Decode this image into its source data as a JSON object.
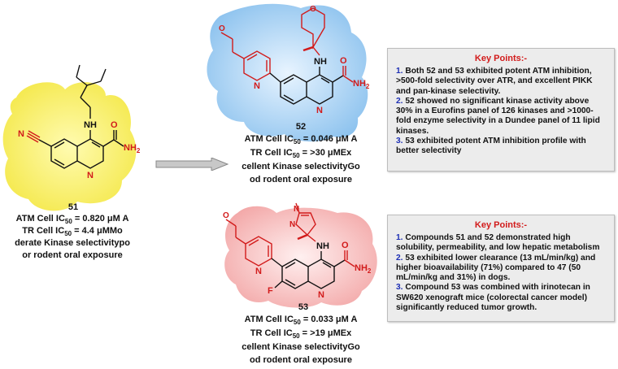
{
  "compound51": {
    "number": "51",
    "labels": {
      "cn": "N",
      "nh": "NH",
      "o": "O",
      "nh2": "NH2",
      "ring_n": "N"
    },
    "line1": "ATM Cell IC50 = 0.820 μM A",
    "line2": "TR Cell IC50 = 4.4 μMMo",
    "line3": "derate Kinase selectivitypo",
    "line4": "or rodent oral exposure"
  },
  "compound52": {
    "number": "52",
    "labels": {
      "meo": "O",
      "pyr_n": "N",
      "pyran_o": "O",
      "nh": "NH",
      "o": "O",
      "nh2": "NH2",
      "ring_n": "N"
    },
    "line1": "ATM Cell IC50 = 0.046 μM A",
    "line2": "TR Cell IC50 = >30 μMEx",
    "line3": "cellent Kinase selectivityGo",
    "line4": "od rodent oral exposure"
  },
  "compound53": {
    "number": "53",
    "labels": {
      "meo": "O",
      "pyr_n": "N",
      "pz_n1": "N",
      "pz_n2": "N",
      "nh": "NH",
      "o": "O",
      "nh2": "NH2",
      "f": "F",
      "ring_n": "N"
    },
    "line1": "ATM Cell IC50 = 0.033 μM A",
    "line2": "TR Cell IC50 = >19 μMEx",
    "line3": "cellent Kinase selectivityGo",
    "line4": "od rodent oral exposure"
  },
  "keypoints1": {
    "title": "Key Points:-",
    "items": [
      {
        "num": "1.",
        "text": "Both 52 and 53 exhibited potent ATM inhibition, >500-fold selectivity over ATR, and excellent PIKK and pan-kinase selectivity."
      },
      {
        "num": "2.",
        "text": "52 showed no significant kinase activity above 30% in a Eurofins panel of 126 kinases and >1000-fold enzyme selectivity in a Dundee panel of 11 lipid kinases."
      },
      {
        "num": "3.",
        "text": "53 exhibited potent ATM inhibition profile with better selectivity"
      }
    ]
  },
  "keypoints2": {
    "title": "Key Points:-",
    "items": [
      {
        "num": "1.",
        "text": "Compounds 51 and 52 demonstrated high solubility, permeability, and low hepatic metabolism"
      },
      {
        "num": "2.",
        "text": "53 exhibited lower clearance (13 mL/min/kg) and higher bioavailability (71%) compared to 47 (50 mL/min/kg and 31%) in dogs."
      },
      {
        "num": "3.",
        "text": "Compound 53 was combined with irinotecan in SW620 xenograft mice (colorectal cancer model) significantly reduced tumor growth."
      }
    ]
  },
  "colors": {
    "blob51": "#f7ee5e",
    "blob52": "#9fcdf2",
    "blob53": "#f6b9b9",
    "red": "#d21b1b",
    "navy": "#1d2fb5"
  }
}
